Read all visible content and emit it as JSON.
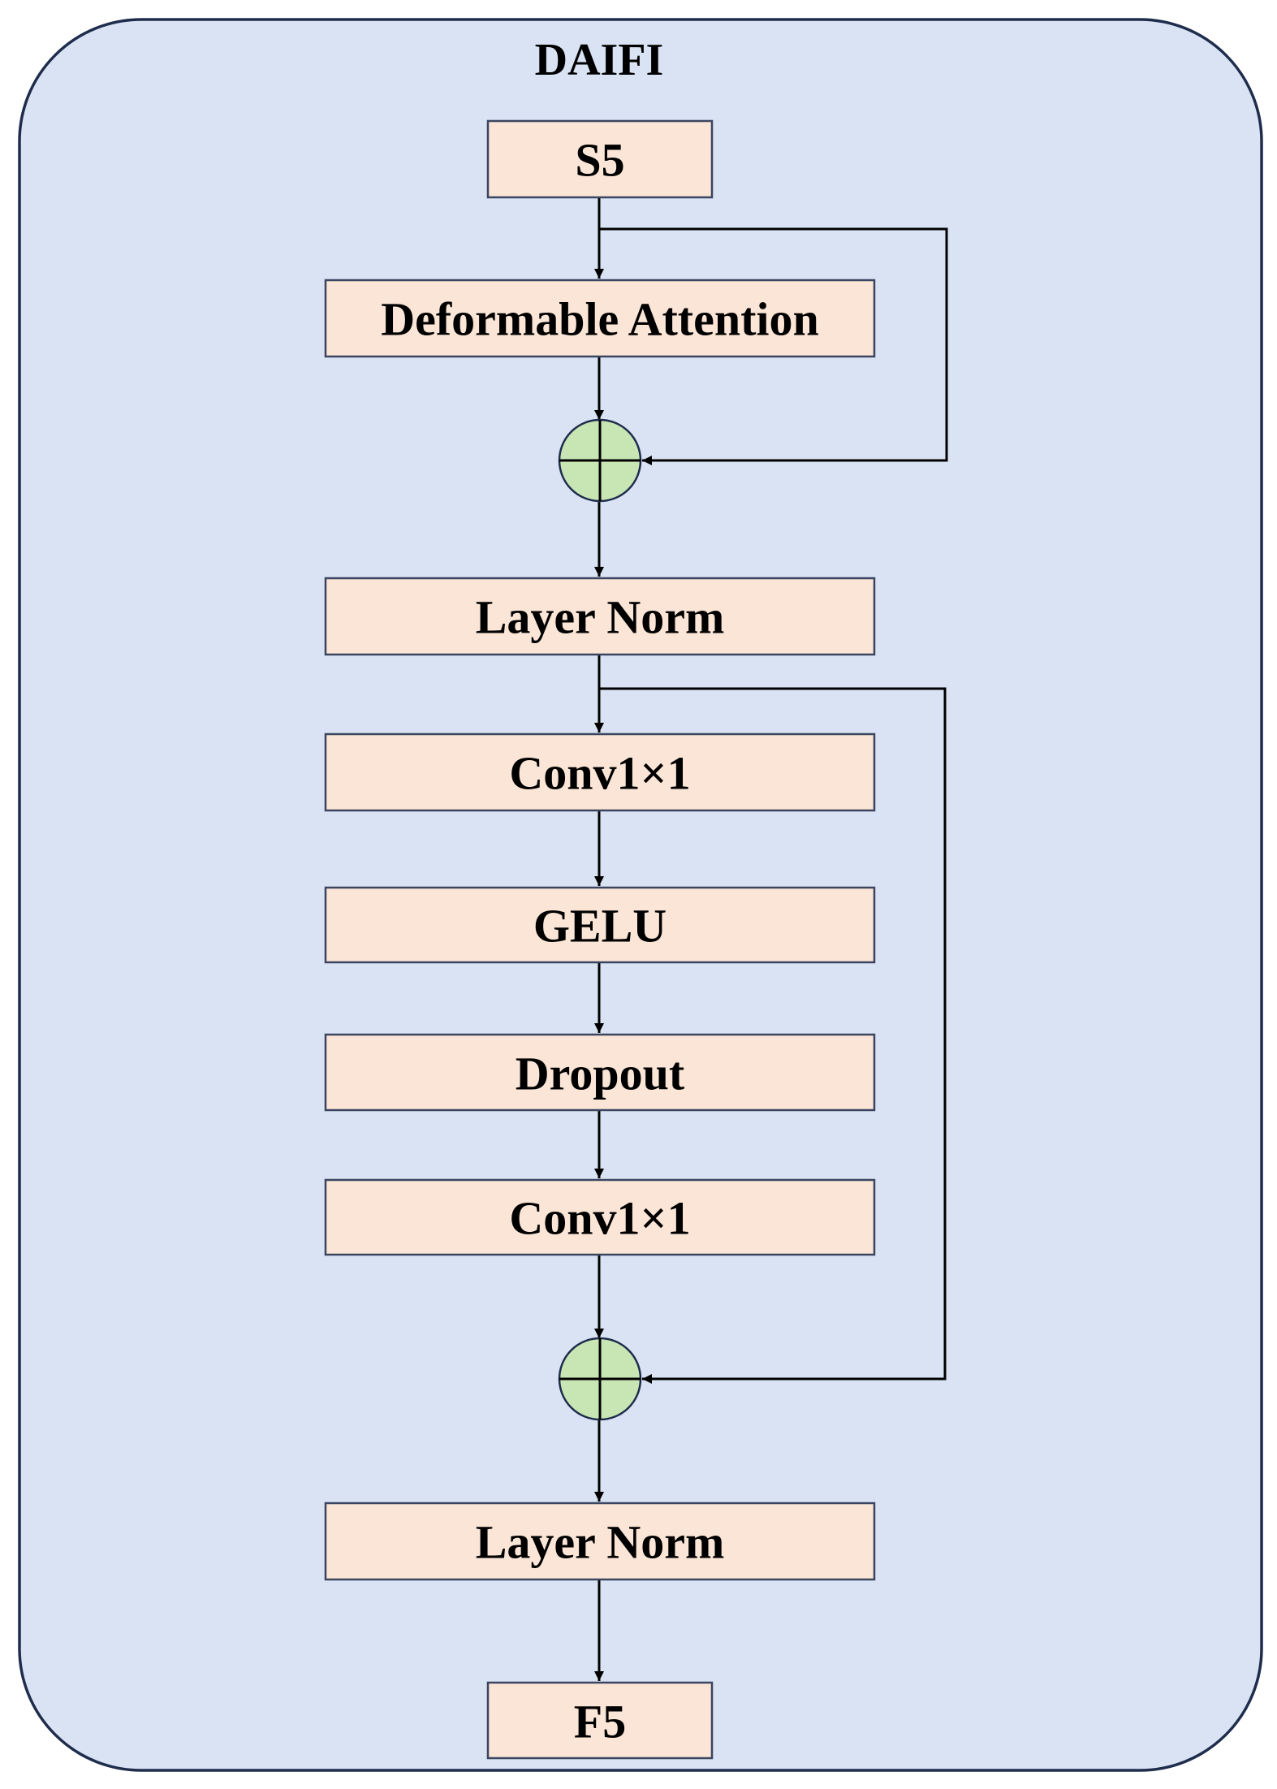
{
  "title": "DAIFI",
  "blocks": {
    "input": "S5",
    "attention": "Deformable Attention",
    "norm1": "Layer Norm",
    "conv1": "Conv1×1",
    "gelu": "GELU",
    "dropout": "Dropout",
    "conv2": "Conv1×1",
    "norm2": "Layer Norm",
    "output": "F5"
  },
  "colors": {
    "panel_fill": "#dae3f3",
    "panel_border": "#1f2d4d",
    "block_fill": "#fbe5d6",
    "adder_fill": "#c8e6b4"
  }
}
